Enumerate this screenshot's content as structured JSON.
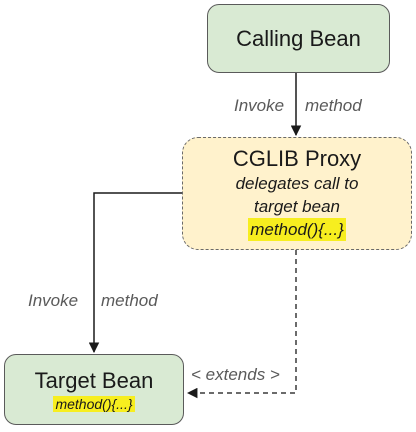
{
  "calling_bean": {
    "title": "Calling Bean"
  },
  "proxy": {
    "title": "CGLIB Proxy",
    "desc_line1": "delegates call to",
    "desc_line2": "target bean",
    "method": "method(){...}"
  },
  "target_bean": {
    "title": "Target Bean",
    "method": "method(){...}"
  },
  "arrow_labels": {
    "top_invoke": "Invoke",
    "top_method": "method",
    "left_invoke": "Invoke",
    "left_method": "method",
    "extends": "< extends >"
  }
}
